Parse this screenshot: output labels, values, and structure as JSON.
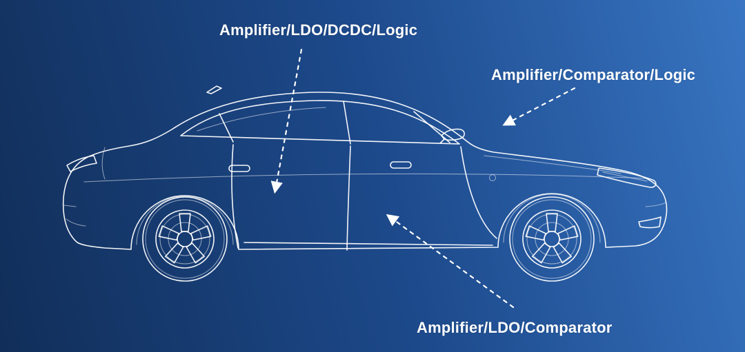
{
  "diagram": {
    "annotations": [
      {
        "label": "Amplifier/LDO/DCDC/Logic"
      },
      {
        "label": "Amplifier/Comparator/Logic"
      },
      {
        "label": "Amplifier/LDO/Comparator"
      }
    ]
  },
  "colors": {
    "bg-dark": "#112e59",
    "bg-mid": "#1d4a8c",
    "bg-light": "#3875c2",
    "line": "#ffffff",
    "text": "#ffffff"
  }
}
